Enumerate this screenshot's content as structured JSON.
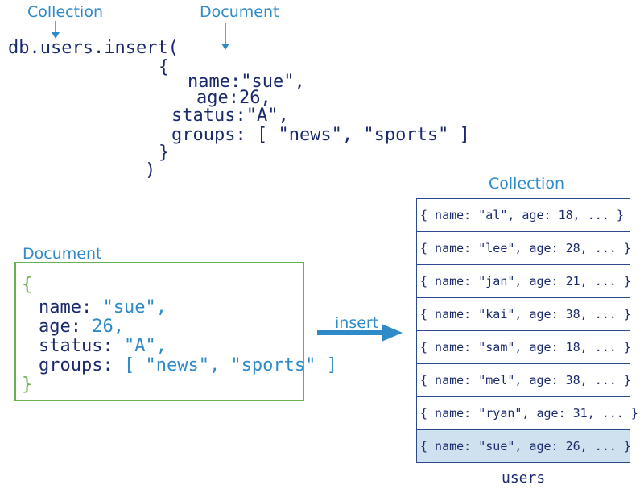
{
  "top": {
    "label_collection": "Collection",
    "label_document": "Document",
    "code_lines": [
      "db.users.insert(",
      "{",
      "name:\"sue\",",
      "age:26,",
      "status:\"A\",",
      "groups: [ \"news\", \"sports\" ]",
      "}",
      ")"
    ]
  },
  "document_box": {
    "label": "Document",
    "open_brace": "{",
    "close_brace": "}",
    "fields": [
      {
        "key": "name",
        "sep": ": ",
        "value": "\"sue\","
      },
      {
        "key": "age",
        "sep": ": ",
        "value": "26,"
      },
      {
        "key": "status",
        "sep": ": ",
        "value": "\"A\","
      },
      {
        "key": "groups",
        "sep": ": ",
        "value": "[ \"news\", \"sports\" ]"
      }
    ]
  },
  "insert_label": "insert",
  "collection": {
    "label": "Collection",
    "rows": [
      "{ name: \"al\", age: 18, ... }",
      "{ name: \"lee\", age: 28, ... }",
      "{ name: \"jan\", age: 21, ... }",
      "{ name: \"kai\", age: 38, ... }",
      "{ name: \"sam\", age: 18, ... }",
      "{ name: \"mel\", age: 38, ... }",
      "{ name: \"ryan\", age: 31, ... }",
      "{ name: \"sue\", age: 26, ... }"
    ],
    "highlight_row": 7,
    "name": "users"
  },
  "colors": {
    "label_blue": "#2e8bc8",
    "code_navy": "#1a2a6c",
    "doc_green": "#6ab04c",
    "highlight": "#cfe0ef"
  }
}
